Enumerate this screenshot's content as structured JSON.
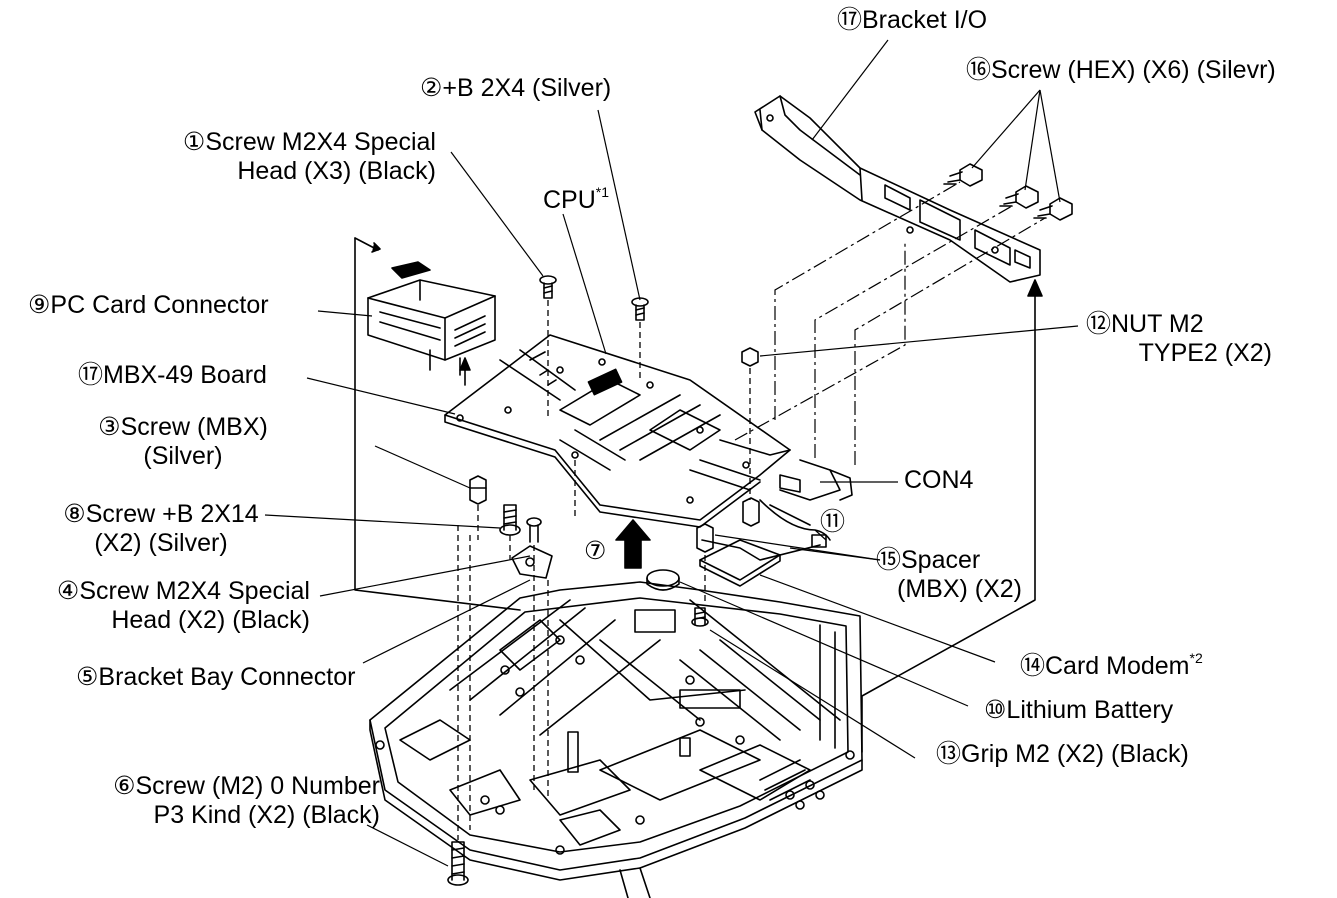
{
  "labels": {
    "bracket_io": "⑰Bracket I/O",
    "screw_hex": "⑯Screw (HEX) (X6) (Silevr)",
    "b_2x4": "②+B 2X4 (Silver)",
    "screw_m2x4_black_l1": "①Screw M2X4 Special",
    "screw_m2x4_black_l2": "Head (X3) (Black)",
    "cpu": "CPU",
    "cpu_note": "*1",
    "pc_card_connector": "⑨PC Card Connector",
    "nut_m2_l1": "⑫NUT M2",
    "nut_m2_l2": "TYPE2 (X2)",
    "mbx_board": "⑰MBX-49 Board",
    "screw_mbx_l1": "③Screw (MBX)",
    "screw_mbx_l2": "(Silver)",
    "con4": "CON4",
    "screw_b_2x14_l1": "⑧Screw +B 2X14",
    "screw_b_2x14_l2": "(X2) (Silver)",
    "callout_11": "⑪",
    "callout_7": "⑦",
    "spacer_l1": "⑮Spacer",
    "spacer_l2": "(MBX) (X2)",
    "screw_m2x4_l1": "④Screw M2X4 Special",
    "screw_m2x4_l2": "Head (X2) (Black)",
    "bracket_bay": "⑤Bracket Bay Connector",
    "card_modem": "⑭Card Modem",
    "card_modem_note": "*2",
    "lithium_battery": "⑩Lithium Battery",
    "grip_m2": "⑬Grip M2 (X2) (Black)",
    "screw_m2_p3_l1": "⑥Screw (M2) 0 Number",
    "screw_m2_p3_l2": "P3 Kind (X2) (Black)"
  }
}
